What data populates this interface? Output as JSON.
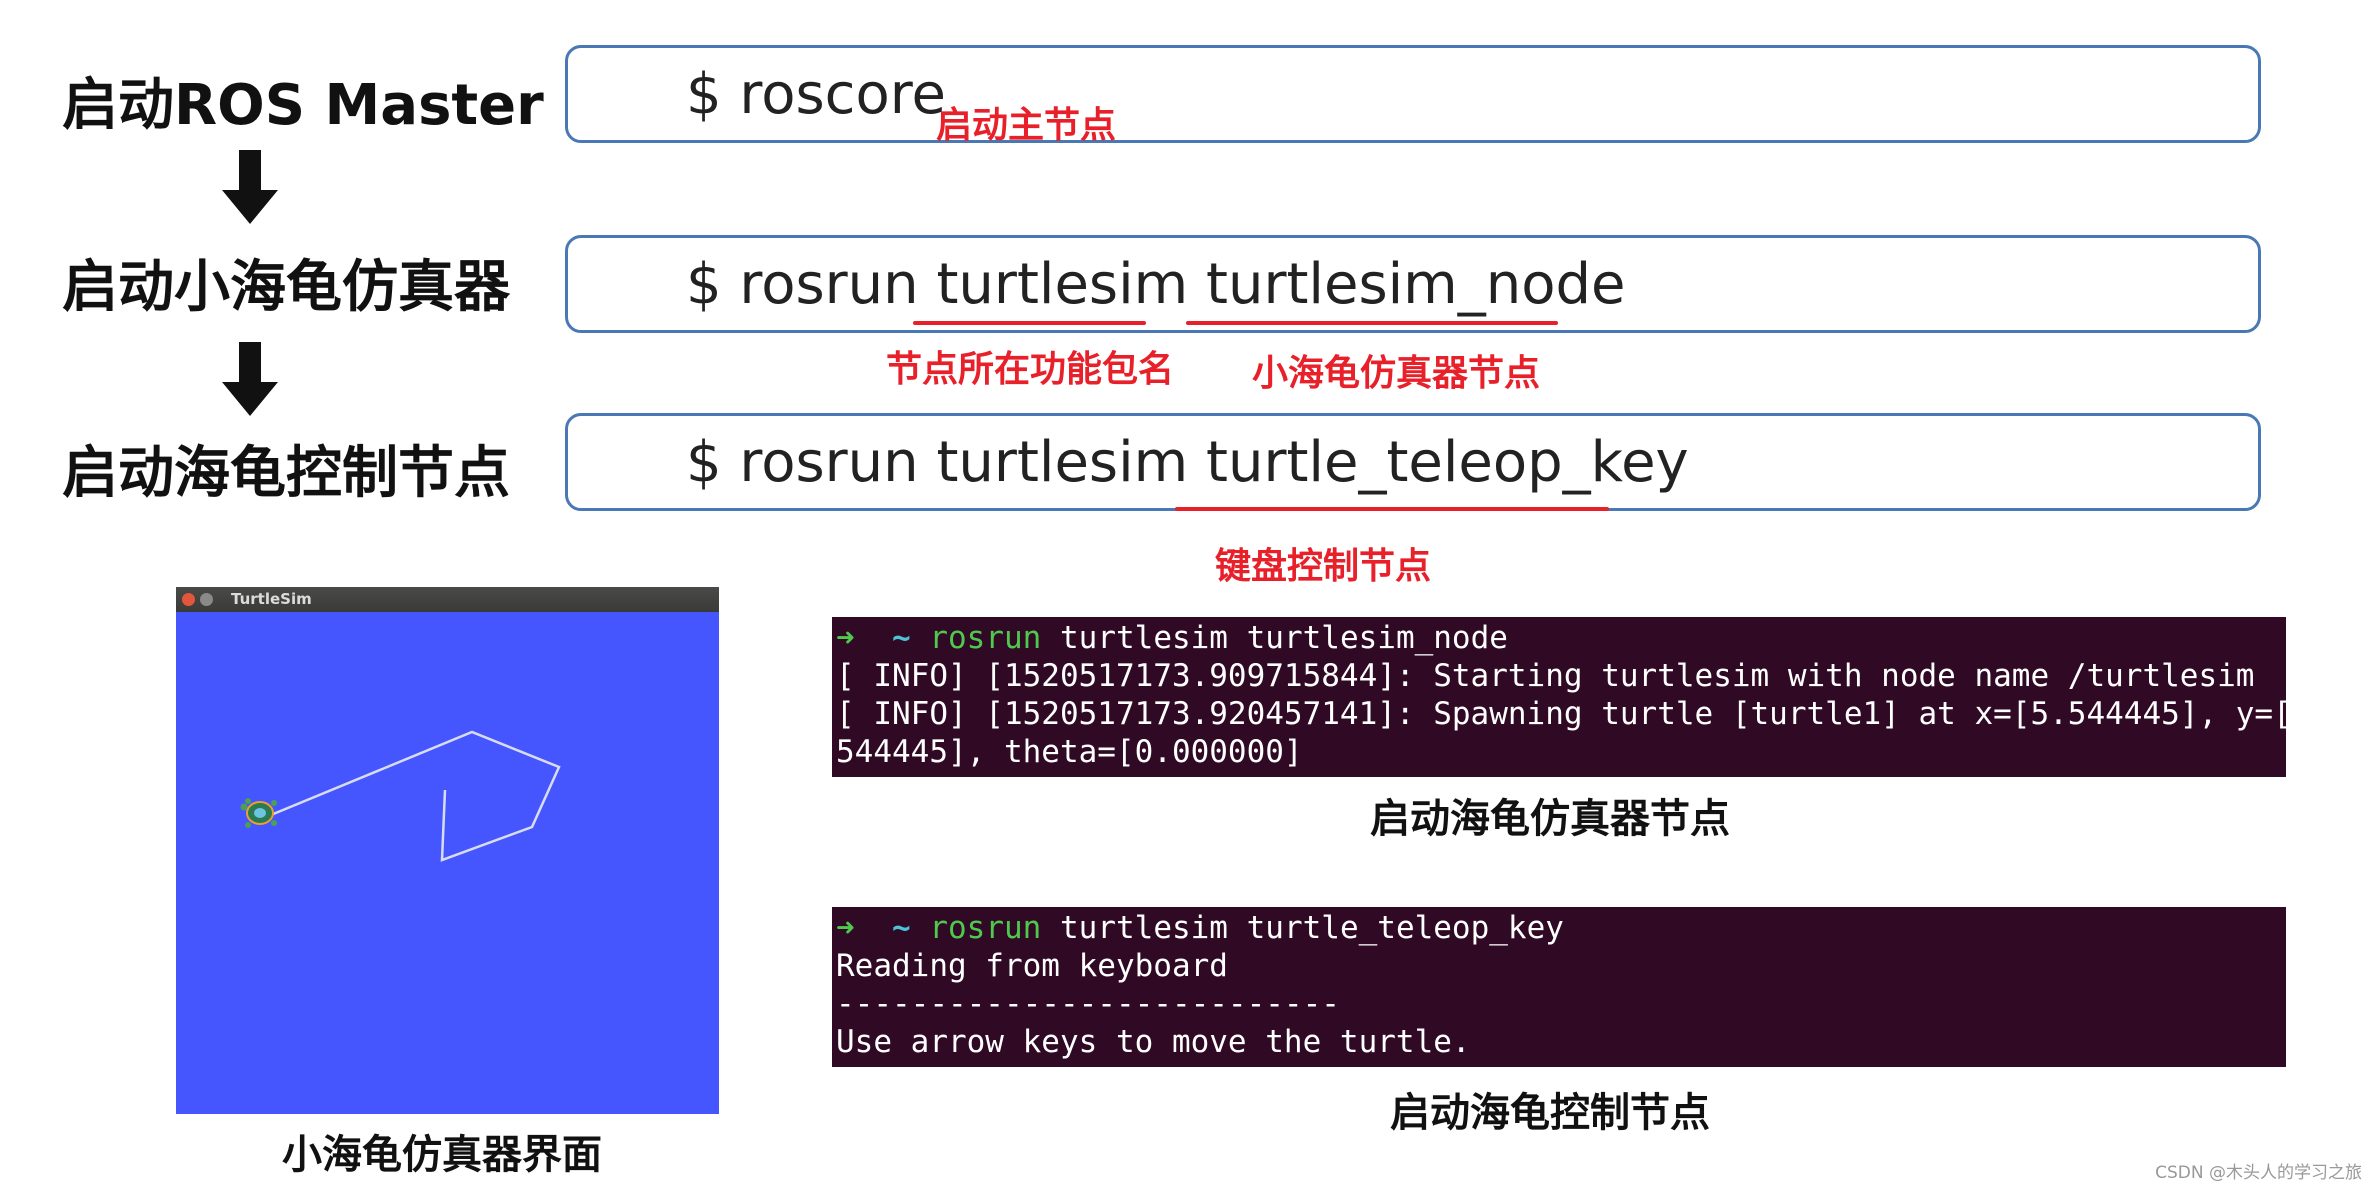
{
  "steps": [
    {
      "label": "启动ROS Master",
      "command": "$ roscore",
      "notes": [
        "启动主节点"
      ]
    },
    {
      "label": "启动小海龟仿真器",
      "command": "$ rosrun turtlesim turtlesim_node",
      "notes": [
        "节点所在功能包名",
        "小海龟仿真器节点"
      ]
    },
    {
      "label": "启动海龟控制节点",
      "command": "$ rosrun turtlesim turtle_teleop_key",
      "notes": [
        "键盘控制节点"
      ]
    }
  ],
  "turtlesim_window": {
    "title": "TurtleSim",
    "caption": "小海龟仿真器界面",
    "background_color": "#4556ff",
    "trail_color": "#d8dcf0"
  },
  "terminal1": {
    "prompt_arrow": "➜",
    "prompt_dir": "~",
    "prompt_cmd": "rosrun",
    "prompt_args": "turtlesim turtlesim_node",
    "lines": [
      "[ INFO] [1520517173.909715844]: Starting turtlesim with node name /turtlesim",
      "[ INFO] [1520517173.920457141]: Spawning turtle [turtle1] at x=[5.544445], y=[5.",
      "544445], theta=[0.000000]"
    ],
    "caption": "启动海龟仿真器节点"
  },
  "terminal2": {
    "prompt_arrow": "➜",
    "prompt_dir": "~",
    "prompt_cmd": "rosrun",
    "prompt_args": "turtlesim turtle_teleop_key",
    "lines": [
      "Reading from keyboard",
      "---------------------------",
      "Use arrow keys to move the turtle."
    ],
    "caption": "启动海龟控制节点"
  },
  "watermark": "CSDN @木头人的学习之旅",
  "colors": {
    "terminal_bg": "#300a24",
    "box_border": "#4a78b5",
    "note_red": "#e8202a"
  }
}
